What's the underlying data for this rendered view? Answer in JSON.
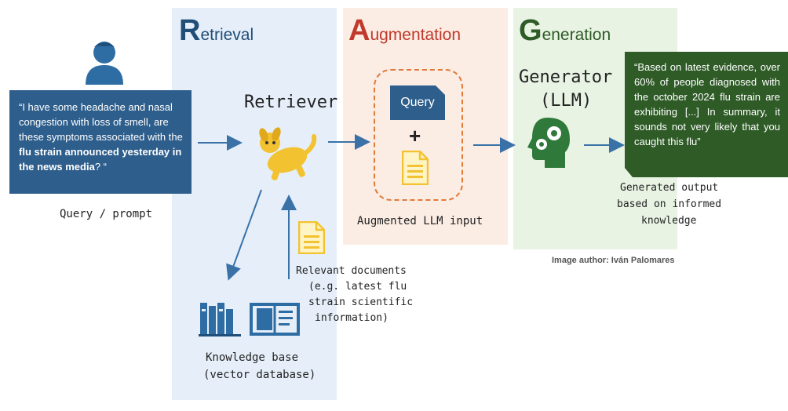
{
  "phases": {
    "retrieval": {
      "initial": "R",
      "rest": "etrieval",
      "color": "#1f4e79"
    },
    "augmentation": {
      "initial": "A",
      "rest": "ugmentation",
      "color": "#c0392b"
    },
    "generation": {
      "initial": "G",
      "rest": "eneration",
      "color": "#2f5b27"
    }
  },
  "query_text": {
    "part1": "“I have some headache and nasal congestion with loss of smell, are these symptoms associated with the ",
    "bold": "flu strain announced yesterday in the news media",
    "part2": "? “"
  },
  "labels": {
    "query_prompt": "Query / prompt",
    "retriever": "Retriever",
    "query_chip": "Query",
    "plus": "+",
    "augmented_input": "Augmented LLM input",
    "generator_line1": "Generator",
    "generator_line2": "(LLM)",
    "relevant_docs_line1": "Relevant documents",
    "relevant_docs_line2": "(e.g. latest flu",
    "relevant_docs_line3": "strain scientific",
    "relevant_docs_line4": "information)",
    "kb_line1": "Knowledge base",
    "kb_line2": "(vector database)",
    "output_line1": "Generated output",
    "output_line2": "based on informed",
    "output_line3": "knowledge",
    "author": "Image author: Iván Palomares"
  },
  "answer_text": "“Based on latest evidence, over 60% of people diagnosed with the october 2024 flu strain are exhibiting [...] In summary, it sounds not very likely that you caught this flu”",
  "icons": {
    "user": "user-icon",
    "retriever": "dog-icon",
    "document": "document-icon",
    "generator": "head-gears-icon",
    "books": "books-icon",
    "open_book": "open-book-icon"
  },
  "colors": {
    "query_box": "#2e5e8c",
    "answer_box": "#2f5b27",
    "arrow": "#3a72a8",
    "doc_yellow": "#f2c230",
    "dashed": "#e07a3a"
  }
}
